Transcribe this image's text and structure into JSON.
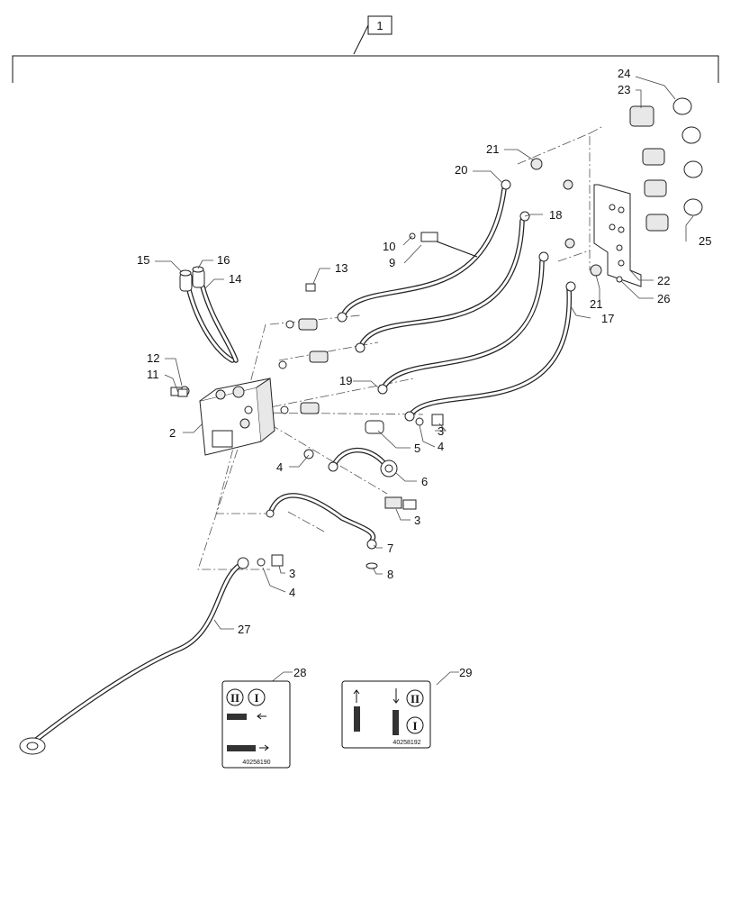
{
  "assembly_label": "1",
  "callouts": [
    {
      "id": "c1",
      "text": "24"
    },
    {
      "id": "c2",
      "text": "23"
    },
    {
      "id": "c3",
      "text": "21"
    },
    {
      "id": "c4",
      "text": "20"
    },
    {
      "id": "c5",
      "text": "18"
    },
    {
      "id": "c6",
      "text": "25"
    },
    {
      "id": "c7",
      "text": "10"
    },
    {
      "id": "c8",
      "text": "9"
    },
    {
      "id": "c9",
      "text": "15"
    },
    {
      "id": "c10",
      "text": "16"
    },
    {
      "id": "c11",
      "text": "14"
    },
    {
      "id": "c12",
      "text": "13"
    },
    {
      "id": "c13",
      "text": "22"
    },
    {
      "id": "c14",
      "text": "21"
    },
    {
      "id": "c15",
      "text": "26"
    },
    {
      "id": "c16",
      "text": "17"
    },
    {
      "id": "c17",
      "text": "12"
    },
    {
      "id": "c18",
      "text": "11"
    },
    {
      "id": "c19",
      "text": "19"
    },
    {
      "id": "c20",
      "text": "3"
    },
    {
      "id": "c21",
      "text": "2"
    },
    {
      "id": "c22",
      "text": "5"
    },
    {
      "id": "c23",
      "text": "4"
    },
    {
      "id": "c24",
      "text": "4"
    },
    {
      "id": "c25",
      "text": "6"
    },
    {
      "id": "c26",
      "text": "3"
    },
    {
      "id": "c27",
      "text": "7"
    },
    {
      "id": "c28",
      "text": "3"
    },
    {
      "id": "c29",
      "text": "8"
    },
    {
      "id": "c30",
      "text": "4"
    },
    {
      "id": "c31",
      "text": "27"
    },
    {
      "id": "c32",
      "text": "28"
    },
    {
      "id": "c33",
      "text": "29"
    }
  ],
  "decal_28": {
    "roman_2": "II",
    "roman_1": "I",
    "part_number": "40258190"
  },
  "decal_29": {
    "roman_2": "II",
    "roman_1": "I",
    "part_number": "40258192"
  }
}
